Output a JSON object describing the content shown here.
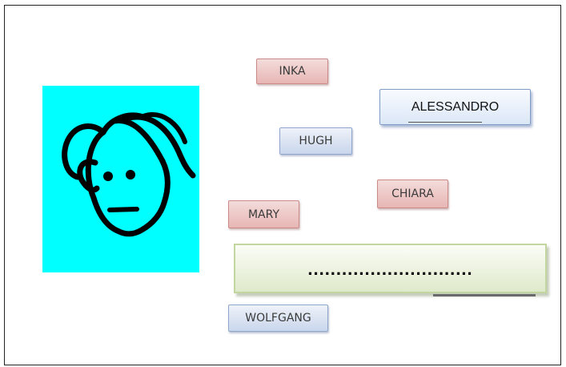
{
  "names": {
    "inka": "INKA",
    "alessandro": "ALESSANDRO",
    "hugh": "HUGH",
    "chiara": "CHIARA",
    "mary": "MARY",
    "wolfgang": "WOLFGANG"
  },
  "answer": {
    "text": "............................."
  },
  "face": {
    "icon": "face-drawing-icon",
    "background": "#00ffff"
  },
  "colors": {
    "red_chip": "#e7b6b4",
    "blue_chip": "#c9d6ec",
    "answer_box": "#dfe9cb"
  }
}
